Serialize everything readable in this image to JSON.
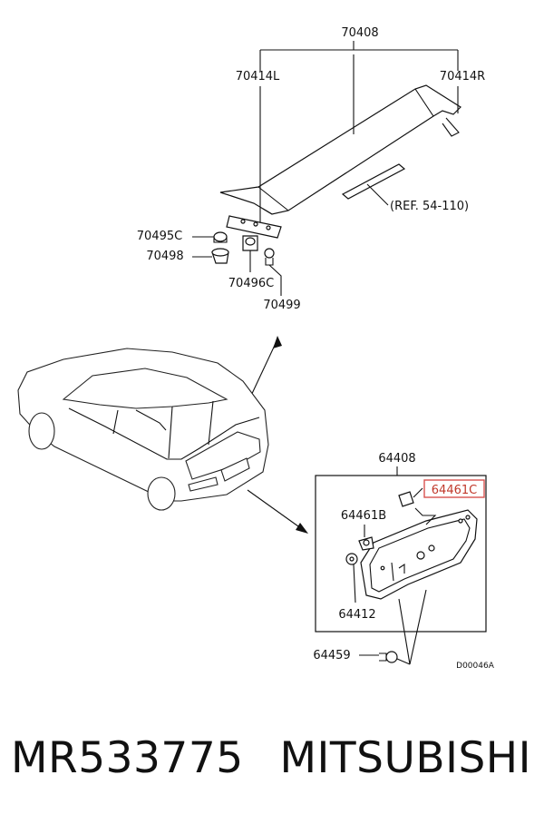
{
  "labels": {
    "spoiler_assy": "70408",
    "endcap_left": "70414L",
    "endcap_right": "70414R",
    "reference": "(REF. 54-110)",
    "clip_1": "70495C",
    "clip_2": "70498",
    "clip_3": "70496C",
    "screw": "70499",
    "lamp_assy": "64408",
    "lamp_part_b": "64461B",
    "lamp_part_c": "64461C",
    "lamp_grommet": "64412",
    "lamp_screw": "64459",
    "drawing_code": "D00046A"
  },
  "caption": {
    "part_number": "MR533775",
    "brand": "MITSUBISHI"
  },
  "highlight": "64461C"
}
